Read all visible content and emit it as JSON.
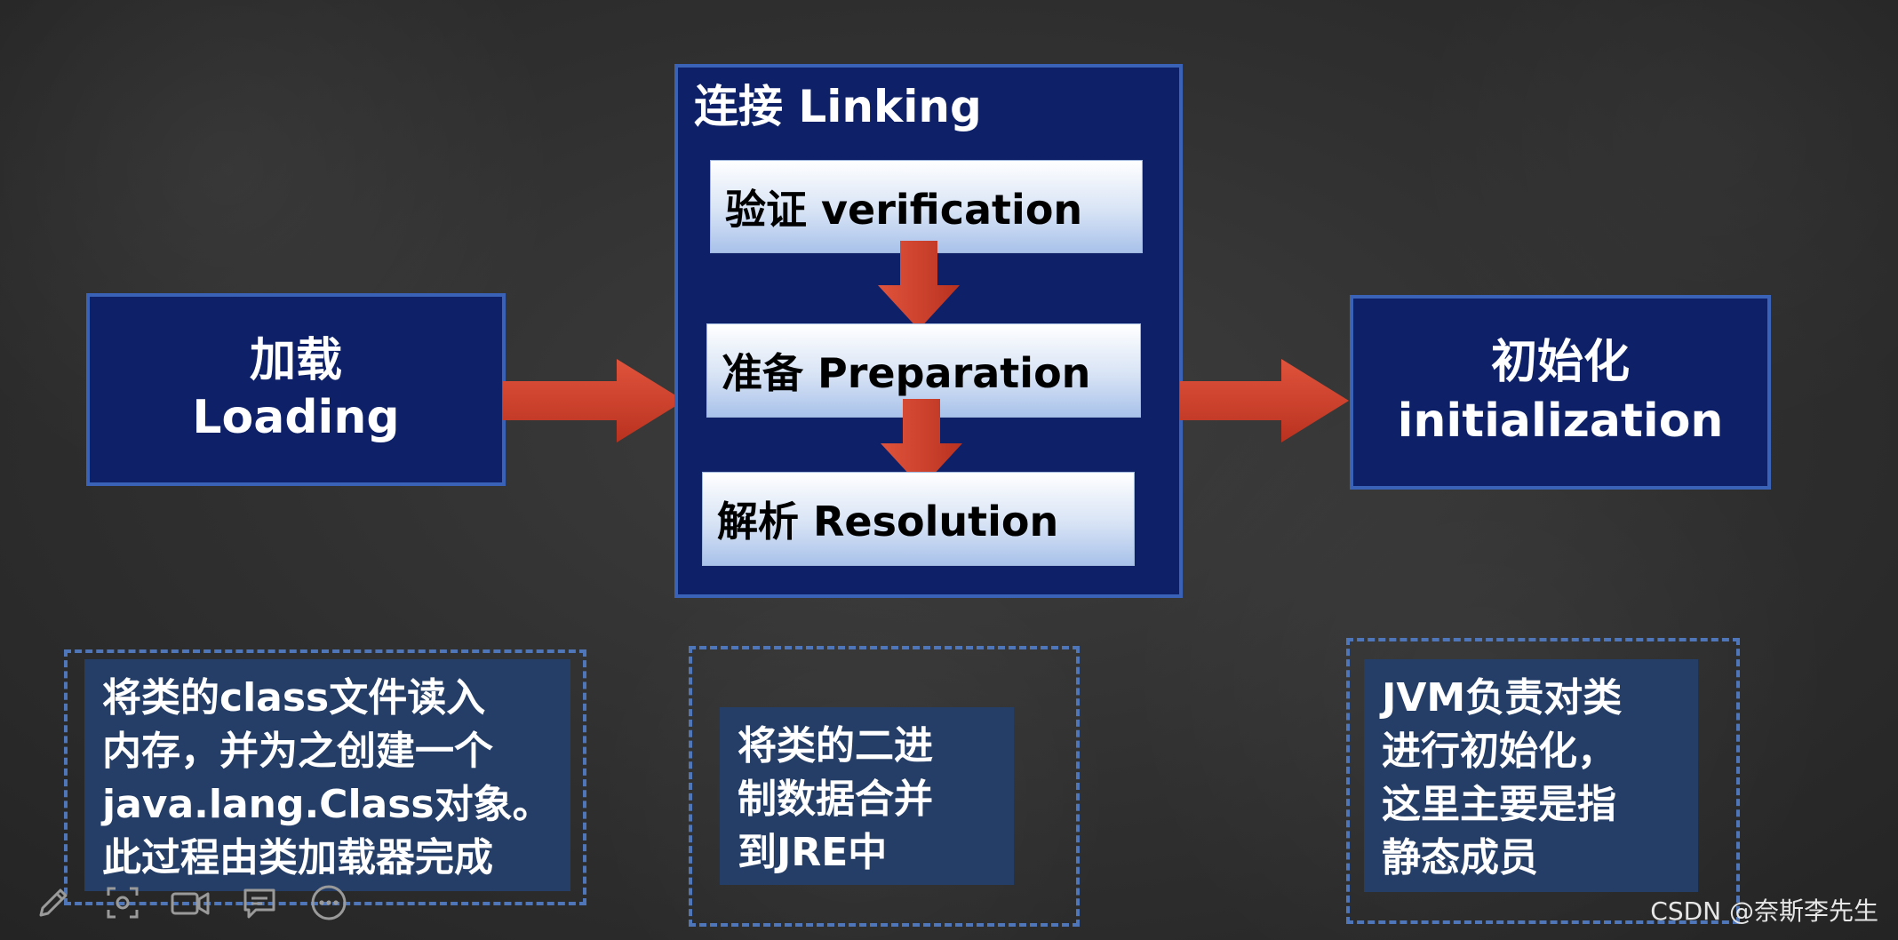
{
  "stages": {
    "loading": {
      "cn": "加载",
      "en": "Loading"
    },
    "linking": {
      "title": "连接 Linking",
      "steps": [
        {
          "label": "验证 verification"
        },
        {
          "label": "准备 Preparation"
        },
        {
          "label": "解析 Resolution"
        }
      ]
    },
    "initialization": {
      "cn": "初始化",
      "en": "initialization"
    }
  },
  "notes": {
    "loading": [
      "将类的class文件读入",
      "内存，并为之创建一个",
      "java.lang.Class对象。",
      "此过程由类加载器完成"
    ],
    "linking": [
      "将类的二进",
      "制数据合并",
      "到JRE中"
    ],
    "initialization": [
      "JVM负责对类",
      "进行初始化，",
      "这里主要是指",
      "静态成员"
    ]
  },
  "toolbar": {
    "icons": [
      "pencil-icon",
      "screenshot-icon",
      "camera-icon",
      "comment-icon",
      "more-icon"
    ]
  },
  "watermark": "CSDN @奈斯李先生",
  "colors": {
    "box_fill": "#0e2168",
    "box_border": "#3a62b6",
    "arrow": "#d0402a",
    "note_fill": "#253e67",
    "note_border": "#4f76b9"
  }
}
